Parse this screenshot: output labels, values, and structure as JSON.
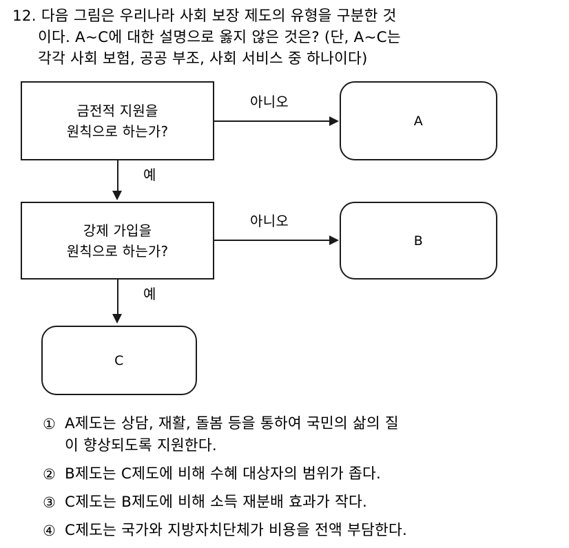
{
  "question": {
    "number": "12.",
    "lines": [
      "12. 다음 그림은 우리나라 사회 보장 제도의 유형을 구분한 것",
      "이다. A~C에 대한 설명으로 옳지 않은 것은? (단, A~C는",
      "각각 사회 보험, 공공 부조, 사회 서비스 중 하나이다)"
    ]
  },
  "flowchart": {
    "nodes": {
      "q1": {
        "text": "금전적 지원을\n원칙으로 하는가?",
        "shape": "rectangle"
      },
      "q2": {
        "text": "강제 가입을\n원칙으로 하는가?",
        "shape": "rectangle"
      },
      "a": {
        "label": "A",
        "shape": "rounded-rectangle"
      },
      "b": {
        "label": "B",
        "shape": "rounded-rectangle"
      },
      "c": {
        "label": "C",
        "shape": "rounded-rectangle"
      }
    },
    "edge_labels": {
      "no_1": "아니오",
      "no_2": "아니오",
      "yes_1": "예",
      "yes_2": "예"
    }
  },
  "options": [
    {
      "marker": "①",
      "text": "A제도는 상담, 재활, 돌봄 등을 통하여 국민의 삶의 질\n이 향상되도록 지원한다."
    },
    {
      "marker": "②",
      "text": "B제도는 C제도에 비해 수혜 대상자의 범위가 좁다."
    },
    {
      "marker": "③",
      "text": "C제도는 B제도에 비해 소득 재분배 효과가 작다."
    },
    {
      "marker": "④",
      "text": "C제도는 국가와 지방자치단체가 비용을 전액 부담한다."
    }
  ],
  "colors": {
    "ink": "#1a1a1a",
    "page": "#ffffff"
  }
}
